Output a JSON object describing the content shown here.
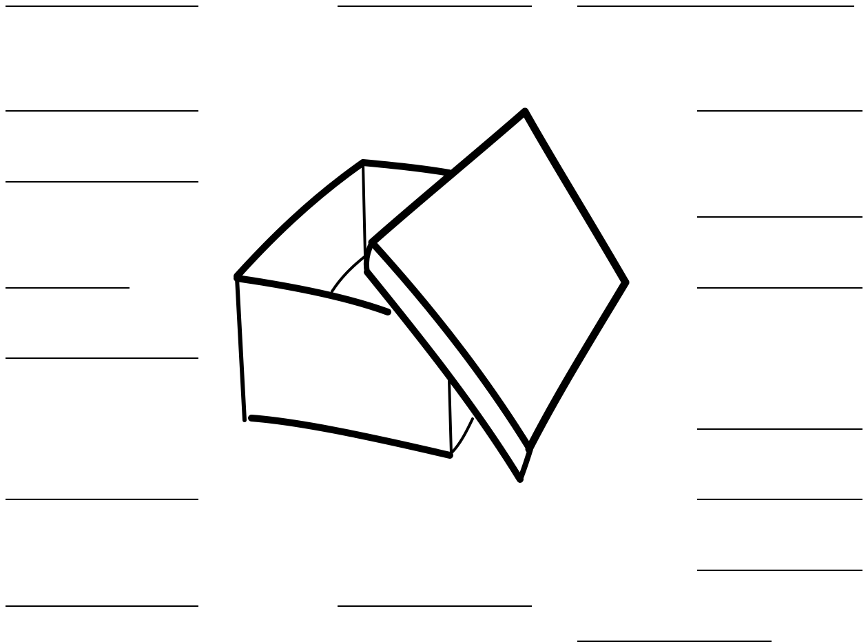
{
  "worksheet": {
    "illustration": {
      "icon": "open-box-icon",
      "stroke_color": "#000000",
      "fill_color": "#ffffff"
    },
    "line_color": "#000000",
    "background": "#ffffff",
    "answer_lines": {
      "left": [
        {
          "id": "left-1"
        },
        {
          "id": "left-2"
        },
        {
          "id": "left-3"
        },
        {
          "id": "left-4"
        },
        {
          "id": "left-5"
        },
        {
          "id": "left-6"
        },
        {
          "id": "left-7"
        }
      ],
      "top": [
        {
          "id": "top-1"
        },
        {
          "id": "top-2"
        }
      ],
      "right": [
        {
          "id": "right-1"
        },
        {
          "id": "right-2"
        },
        {
          "id": "right-3"
        },
        {
          "id": "right-4"
        },
        {
          "id": "right-5"
        },
        {
          "id": "right-6"
        }
      ],
      "bottom": [
        {
          "id": "bottom-1"
        },
        {
          "id": "bottom-2"
        }
      ]
    }
  }
}
